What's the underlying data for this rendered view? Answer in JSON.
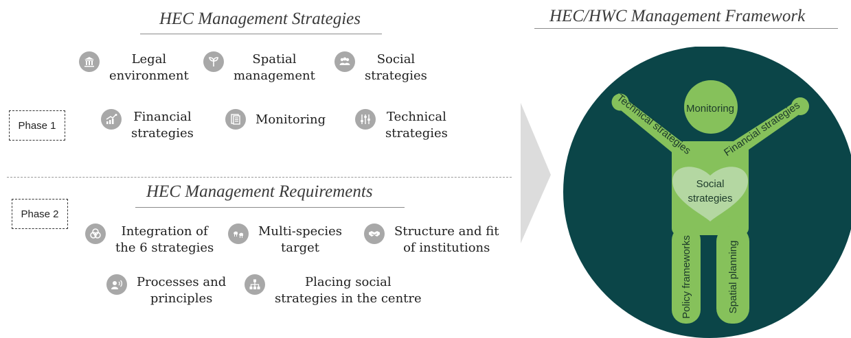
{
  "strategies": {
    "title": "HEC Management Strategies",
    "items": [
      {
        "icon": "courthouse-icon",
        "line1": "Legal",
        "line2": "environment"
      },
      {
        "icon": "sprout-icon",
        "line1": "Spatial",
        "line2": "management"
      },
      {
        "icon": "people-icon",
        "line1": "Social",
        "line2": "strategies"
      },
      {
        "icon": "growth-chart-icon",
        "line1": "Financial",
        "line2": "strategies"
      },
      {
        "icon": "documents-icon",
        "line1": "Monitoring",
        "line2": ""
      },
      {
        "icon": "sliders-icon",
        "line1": "Technical",
        "line2": "strategies"
      }
    ]
  },
  "phases": {
    "phase1": "Phase 1",
    "phase2": "Phase 2"
  },
  "requirements": {
    "title": "HEC Management Requirements",
    "items": [
      {
        "icon": "integration-icon",
        "line1": "Integration of",
        "line2": "the 6 strategies"
      },
      {
        "icon": "animals-icon",
        "line1": "Multi-species",
        "line2": "target"
      },
      {
        "icon": "handshake-icon",
        "line1": "Structure and fit",
        "line2": "of institutions"
      },
      {
        "icon": "speaking-head-icon",
        "line1": "Processes and",
        "line2": "principles"
      },
      {
        "icon": "hierarchy-icon",
        "line1": "Placing social",
        "line2": "strategies in the centre"
      }
    ]
  },
  "framework": {
    "title": "HEC/HWC Management Framework",
    "head": "Monitoring",
    "left_arm": "Technical strategies",
    "right_arm": "Financial strategies",
    "heart_line1": "Social",
    "heart_line2": "strategies",
    "left_leg": "Policy frameworks",
    "right_leg": "Spatial planning"
  },
  "colors": {
    "circle": "#0b4548",
    "figure": "#86c15b",
    "heart": "#b4d7a2",
    "arrow": "#dcdcdc",
    "icon": "#a8a8a8"
  }
}
